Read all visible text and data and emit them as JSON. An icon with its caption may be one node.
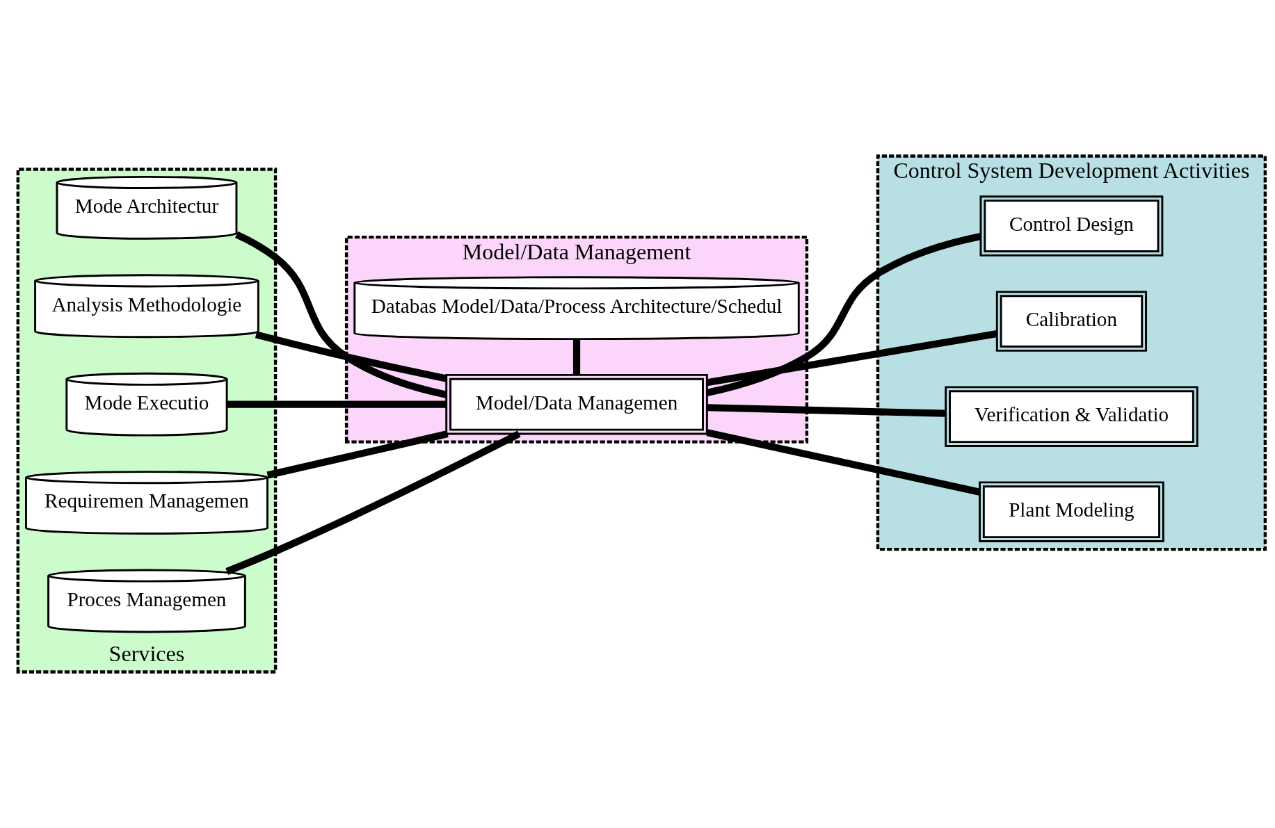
{
  "diagram": {
    "nodes": [
      {
        "text": [
          "Services"
        ]
      },
      {
        "text": [
          "Model/Data Management"
        ]
      },
      {
        "text": [
          "Control System Development Activities"
        ]
      },
      {
        "text": [
          "Mode Architectur"
        ],
        "in": 0
      },
      {
        "text": [
          "Analysis Methodologie"
        ],
        "in": 0
      },
      {
        "text": [
          "Mode Executio"
        ],
        "in": 0
      },
      {
        "text": [
          "Requiremen Managemen"
        ],
        "in": 0
      },
      {
        "text": [
          "Proces Managemen"
        ],
        "in": 0
      },
      {
        "text": [
          "Model/Data Managemen"
        ],
        "in": 1
      },
      {
        "text": [
          "Databas Model/Data/Process Architecture/Schedul"
        ],
        "in": 1
      },
      {
        "text": [
          "Control Design"
        ],
        "in": 2
      },
      {
        "text": [
          "Calibration"
        ],
        "in": 2
      },
      {
        "text": [
          "Verification & Validatio"
        ],
        "in": 2
      },
      {
        "text": [
          "Plant Modeling"
        ],
        "in": 2
      }
    ],
    "edges": [
      {
        "from": 3,
        "to": 8,
        "arrow": "none"
      },
      {
        "from": 4,
        "to": 8,
        "arrow": "none"
      },
      {
        "from": 5,
        "to": 8,
        "arrow": "none"
      },
      {
        "from": 6,
        "to": 8,
        "arrow": "none"
      },
      {
        "from": 7,
        "to": 8,
        "arrow": "none"
      },
      {
        "from": 8,
        "to": 9,
        "arrow": "none"
      },
      {
        "from": 8,
        "to": 10,
        "arrow": "none"
      },
      {
        "from": 8,
        "to": 11,
        "arrow": "none"
      },
      {
        "from": 8,
        "to": 12,
        "arrow": "none"
      },
      {
        "from": 8,
        "to": 13,
        "arrow": "none"
      }
    ]
  }
}
